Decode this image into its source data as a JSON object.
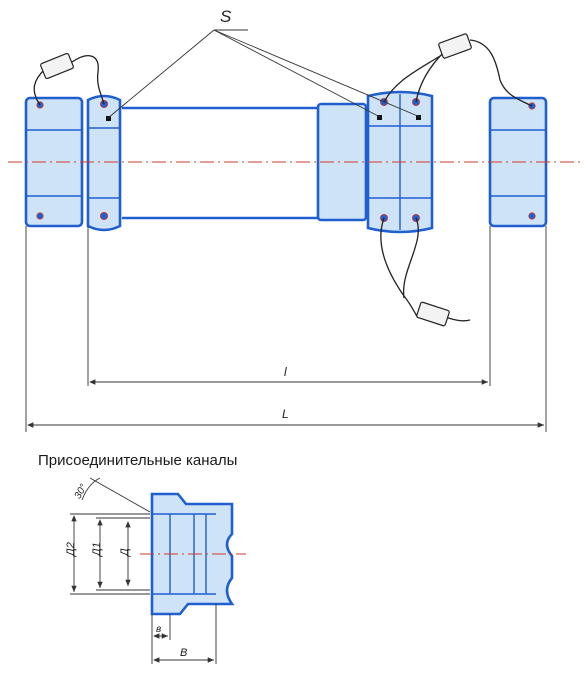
{
  "labels": {
    "s": "S",
    "l_small": "l",
    "l_big": "L",
    "section_title": "Присоединительные каналы",
    "angle": "30°",
    "d2": "Д2",
    "d1": "Д1",
    "d": "Д",
    "b_small": "в",
    "b_big": "В"
  }
}
